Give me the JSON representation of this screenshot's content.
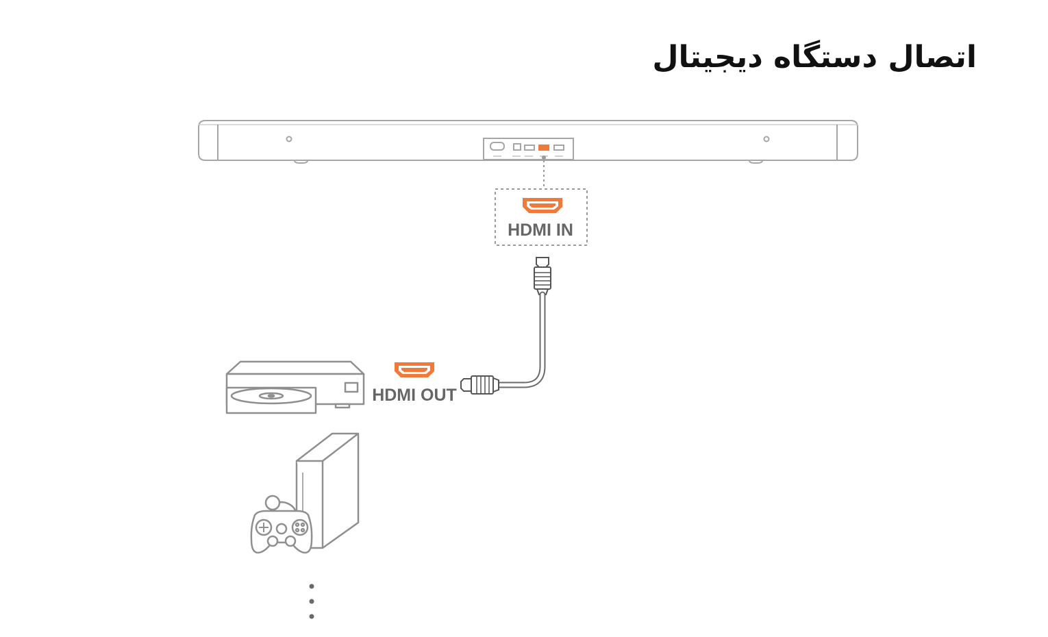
{
  "title": "اتصال دستگاه دیجیتال",
  "labels": {
    "hdmi_in": "HDMI IN",
    "hdmi_out": "HDMI OUT"
  },
  "colors": {
    "accent": "#f07a3a",
    "line": "#9a9a9a",
    "label": "#666666"
  },
  "icons": [
    "soundbar-icon",
    "hdmi-port-icon",
    "hdmi-plug-icon",
    "disc-player-icon",
    "game-console-icon",
    "gamepad-icon",
    "ellipsis-icon"
  ]
}
